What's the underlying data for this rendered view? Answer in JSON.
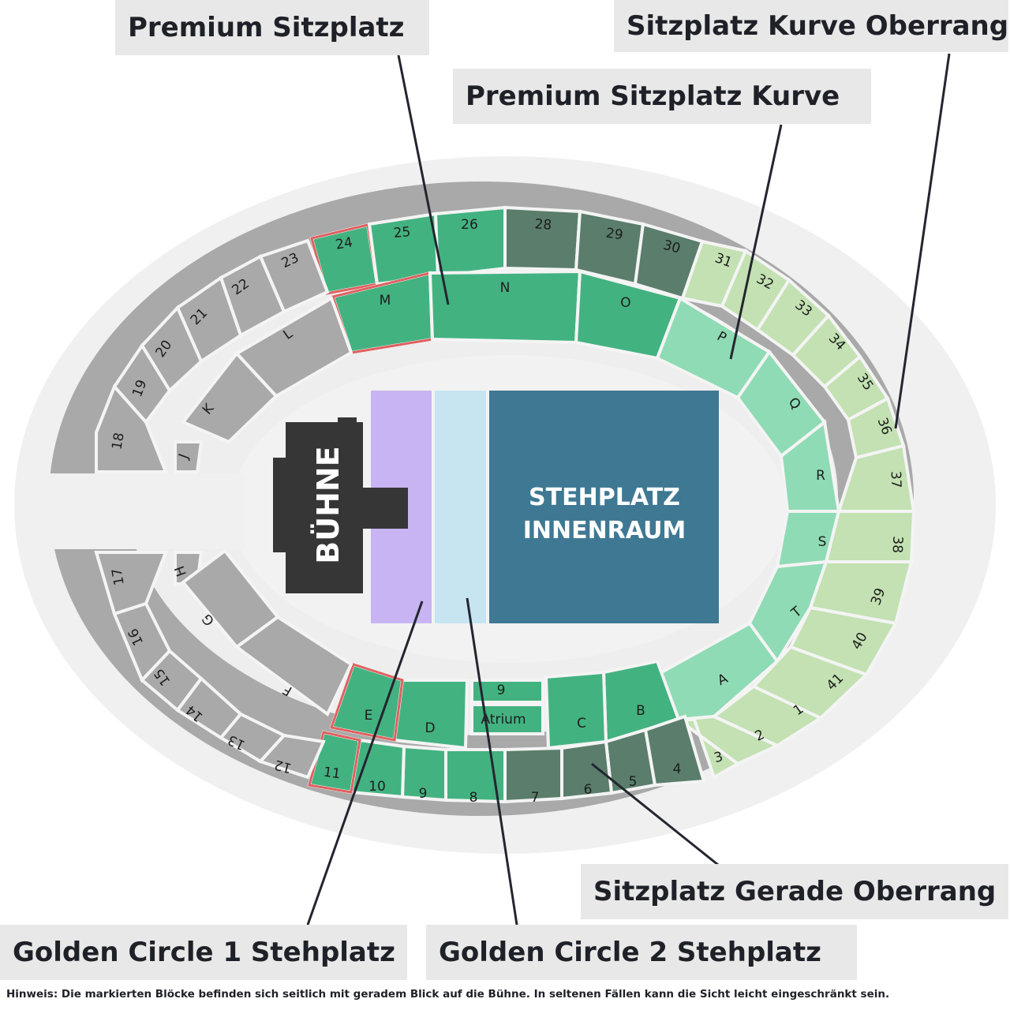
{
  "labels": {
    "premium_sitzplatz": "Premium Sitzplatz",
    "sitzplatz_kurve_oberrang": "Sitzplatz Kurve Oberrang",
    "premium_sitzplatz_kurve": "Premium Sitzplatz Kurve",
    "sitzplatz_gerade_oberrang": "Sitzplatz Gerade Oberrang",
    "golden_circle_1": "Golden Circle 1 Stehplatz",
    "golden_circle_2": "Golden Circle 2 Stehplatz"
  },
  "stage": "BÜHNE",
  "standing_area": {
    "line1": "STEHPLATZ",
    "line2": "INNENRAUM"
  },
  "note": "Hinweis: Die markierten Blöcke befinden sich seitlich mit geradem Blick auf die Bühne. In seltenen Fällen kann die Sicht leicht eingeschränkt sein.",
  "blocks": {
    "upper_north": [
      "24",
      "25",
      "26",
      "28",
      "29",
      "30"
    ],
    "lower_north": [
      "M",
      "N",
      "O"
    ],
    "curve_lower": [
      "P",
      "Q",
      "R",
      "S",
      "T",
      "A"
    ],
    "curve_upper": [
      "31",
      "32",
      "33",
      "34",
      "35",
      "36",
      "37",
      "38",
      "39",
      "40",
      "41",
      "1",
      "2",
      "3"
    ],
    "lower_south": [
      "B",
      "C",
      "D",
      "E"
    ],
    "center_south": [
      "9",
      "Atrium"
    ],
    "upper_south": [
      "4",
      "5",
      "6",
      "7",
      "8",
      "9",
      "10",
      "11"
    ],
    "west_lower": [
      "L",
      "K",
      "J",
      "H",
      "G",
      "F"
    ],
    "west_upper": [
      "23",
      "22",
      "21",
      "20",
      "19",
      "18",
      "17",
      "16",
      "15",
      "14",
      "13",
      "12"
    ]
  },
  "colors": {
    "premium": "#43b281",
    "premium_dark": "#5a7e6b",
    "curve_premium": "#8fdbb5",
    "curve_upper": "#c3e1b2",
    "unavailable": "#a9a9a9",
    "marked_outline": "#e06060",
    "golden_circle_1": "#c8b4f2",
    "golden_circle_2": "#c6e5f1",
    "innenraum": "#3f7893",
    "stage": "#363636"
  }
}
